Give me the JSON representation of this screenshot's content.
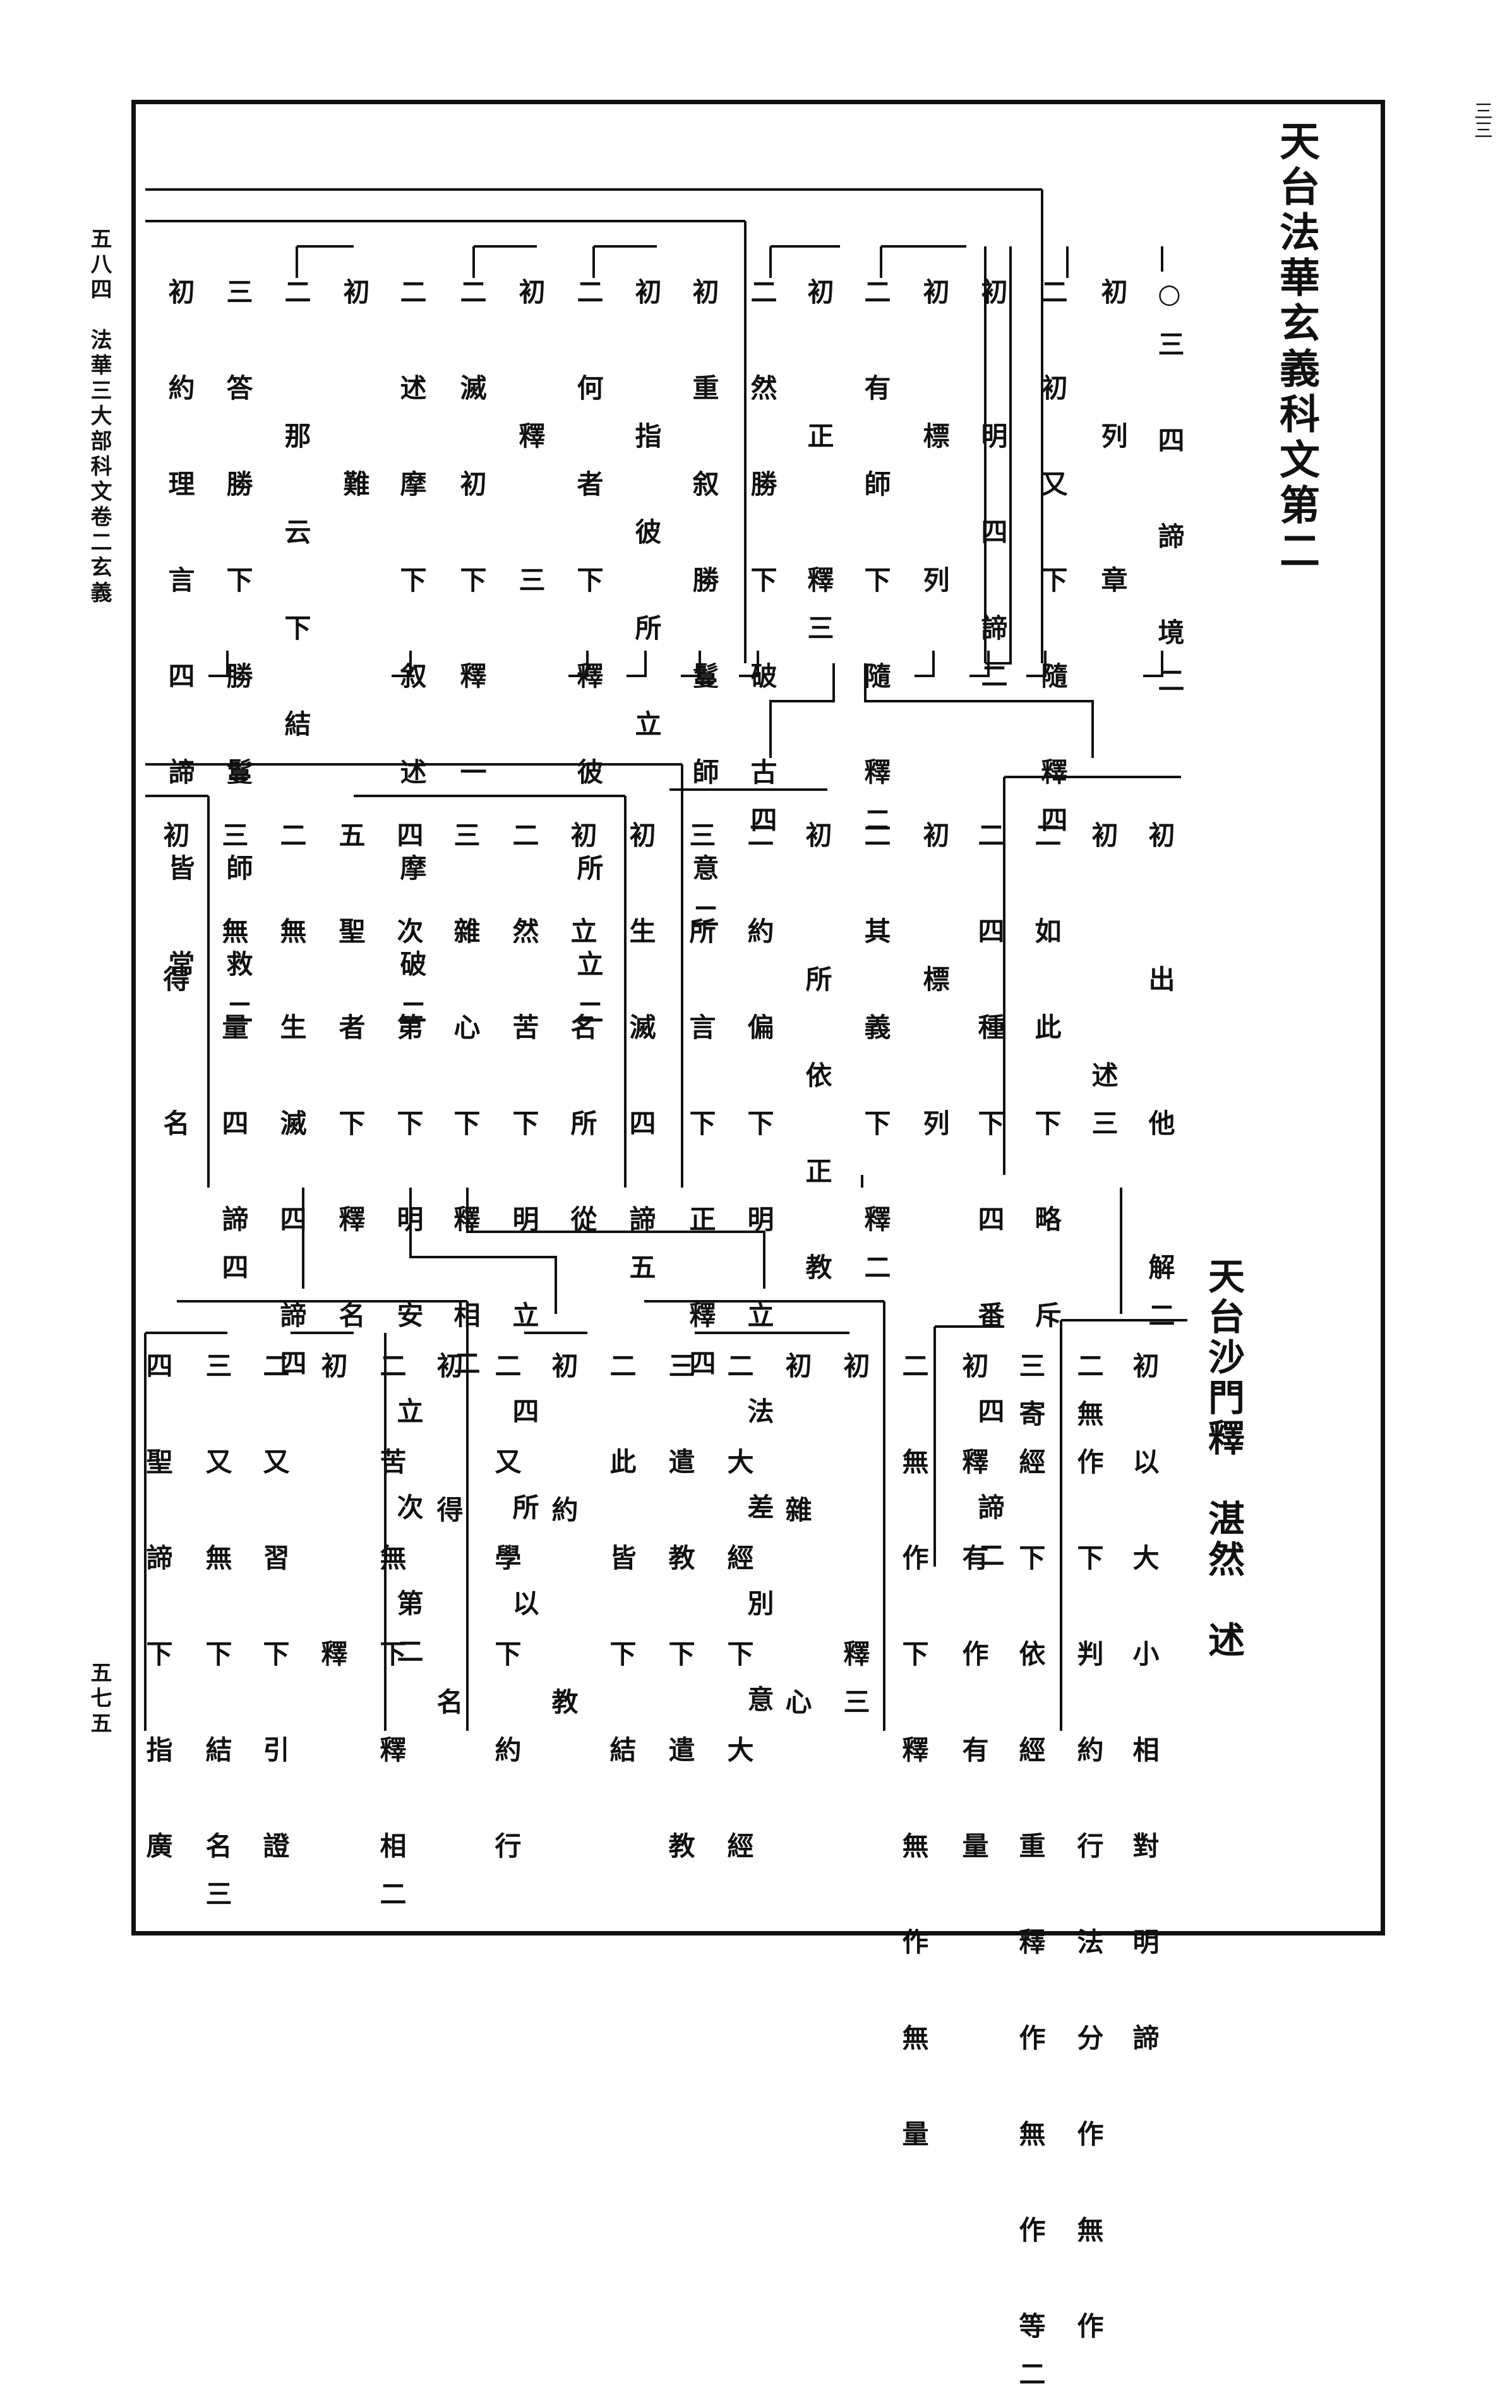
{
  "title": "天台法華玄義科文第二",
  "author": "天台沙門釋　湛然　述",
  "margin_left": "五八四　法華三大部科文卷二玄義",
  "page_number": "五七五",
  "corner_mark": "三三",
  "rows": [
    [
      "○三　四　諦　境二",
      "初　　列　　章",
      "二　初　又　下　隨　釋四",
      "初　　明　四　諦二",
      "初　　標　　列",
      "二　有　師　下　隨　釋二",
      "初　　正　　釋三",
      "二　然　勝　下　破　古四",
      "初　重　叙　勝　鬘　師　意二",
      "初　　指　彼　所　立",
      "二　何　者　下　釋　彼　所　立二",
      "初　　釋　　三",
      "二　滅　初　下　釋　一",
      "二　述　摩　下　叙　述　摩　破二",
      "初　　　難",
      "二　　那　云　下　結",
      "三　答　勝　下　勝　鬘　師　救二",
      "初　約　理　言　四　諦　皆　常"
    ],
    [
      "初　　出　　他　　解二",
      "初　　　　述三",
      "二　如　此　下　略　斥",
      "二　四　種　下　四　番　四　諦二",
      "初　　標　　列",
      "二　其　義　下　釋二",
      "初　　所　依　正　教",
      "二　約　偏　下　明　立　法　差　別　意",
      "三　所　言　下　正　釋四",
      "初　生　滅　四　諦五",
      "初　立　名　所　從",
      "二　然　苦　下　明　立　四　所　以",
      "三　雜　心　下　釋　相二",
      "四　次　第　下　明　安　立　次　第二",
      "五　聖　者　下　釋　名",
      "二　無　生　滅　四　諦四",
      "三　無　量　四　諦四",
      "初　　得　　名"
    ],
    [
      "初　以　大　小　相　對　明　諦",
      "二無作　下　判　約　行　法　分　作　無　作",
      "三寄經　下　依　經　重　釋　作　無　作　等二",
      "初　釋　有　作　有　量",
      "二　無　作　下　釋　無　作　無　量",
      "初　　　　　釋三",
      "初　　雜　　　心",
      "二　大　經　下　大　經",
      "三　遣　教　下　遣　教",
      "二　此　皆　下　結",
      "初　　約　　　教",
      "二　又　學　下　約　行",
      "初　　得　　　名",
      "二　苦　無　下　釋　相二",
      "初　　　　　釋",
      "二　又　習　下　引　證",
      "三　又　無　下　結　名三",
      "四　聖　諦　下　指　廣"
    ]
  ]
}
